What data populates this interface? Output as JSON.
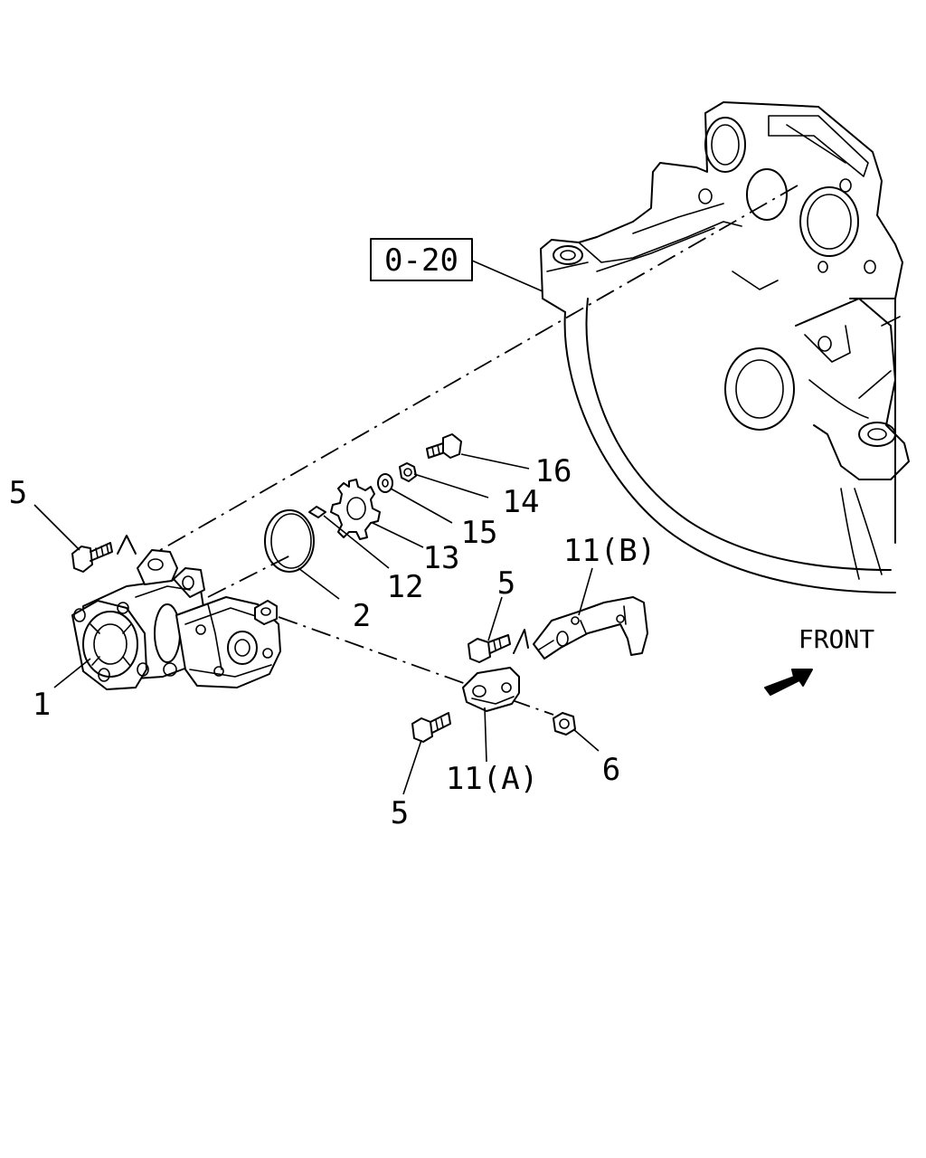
{
  "reference_box": "0-20",
  "direction_label": "FRONT",
  "callouts": {
    "p1": "1",
    "p2": "2",
    "p5a": "5",
    "p5b": "5",
    "p5c": "5",
    "p6": "6",
    "p11a": "11(A)",
    "p11b": "11(B)",
    "p12": "12",
    "p13": "13",
    "p14": "14",
    "p15": "15",
    "p16": "16"
  }
}
